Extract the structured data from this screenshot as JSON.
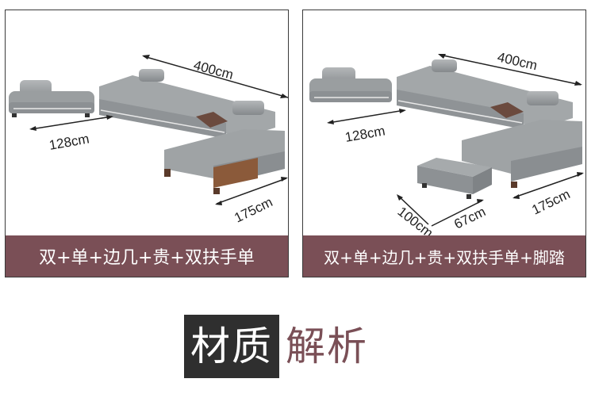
{
  "left_panel": {
    "dims": {
      "total_length": "400cm",
      "single_width": "128cm",
      "chaise_length": "175cm"
    },
    "caption": "双+单+边几+贵+双扶手单"
  },
  "right_panel": {
    "dims": {
      "total_length": "400cm",
      "single_width": "128cm",
      "chaise_length": "175cm",
      "ottoman_length": "100cm",
      "ottoman_width": "67cm"
    },
    "caption": "双+单+边几+贵+双扶手单+脚踏"
  },
  "section_title": {
    "part1": "材质",
    "part2": "解析"
  },
  "colors": {
    "caption_bg": "#7a4f56",
    "title_dark_bg": "#2f2f2f",
    "title_accent": "#7a4f56",
    "leather": "#9a9ea0"
  }
}
